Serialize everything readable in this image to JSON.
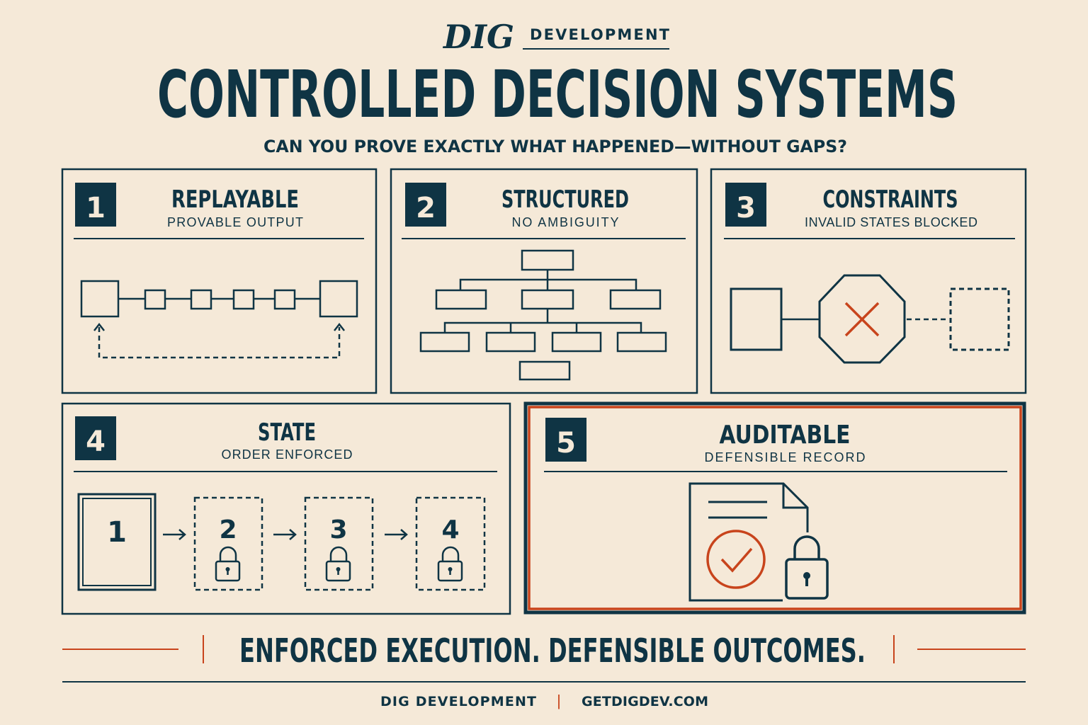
{
  "brand": {
    "logo_script": "DIG",
    "logo_text": "DEVELOPMENT"
  },
  "header": {
    "title": "CONTROLLED DECISION SYSTEMS",
    "subtitle": "CAN YOU PROVE EXACTLY WHAT HAPPENED—WITHOUT GAPS?"
  },
  "panels": [
    {
      "number": "1",
      "title": "REPLAYABLE",
      "subtitle": "PROVABLE OUTPUT"
    },
    {
      "number": "2",
      "title": "STRUCTURED",
      "subtitle": "NO AMBIGUITY"
    },
    {
      "number": "3",
      "title": "CONSTRAINTS",
      "subtitle": "INVALID STATES BLOCKED"
    },
    {
      "number": "4",
      "title": "STATE",
      "subtitle": "ORDER ENFORCED",
      "steps": [
        "1",
        "2",
        "3",
        "4"
      ]
    },
    {
      "number": "5",
      "title": "AUDITABLE",
      "subtitle": "DEFENSIBLE RECORD"
    }
  ],
  "tagline": "ENFORCED EXECUTION. DEFENSIBLE OUTCOMES.",
  "footer": {
    "company": "DIG DEVELOPMENT",
    "separator": "|",
    "website": "GETDIGDEV.COM"
  },
  "colors": {
    "background": "#f5e9d8",
    "navy": "#0f3444",
    "accent": "#c8441c"
  }
}
